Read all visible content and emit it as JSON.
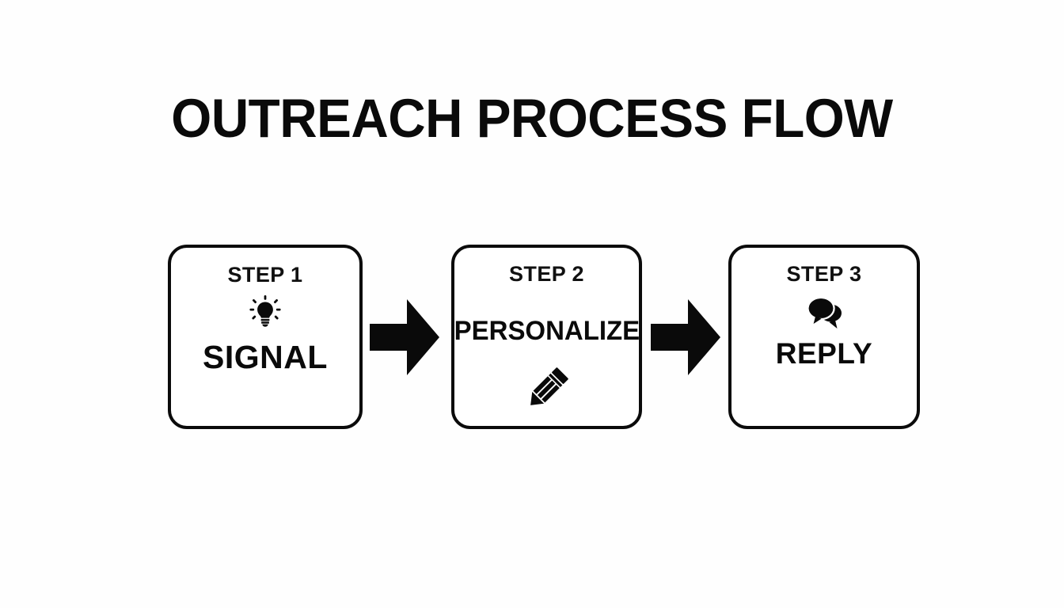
{
  "page": {
    "title": "OUTREACH PROCESS FLOW",
    "background_color": "#fefefe",
    "ink_color": "#0a0a0a"
  },
  "flow": {
    "steps": [
      {
        "label": "STEP 1",
        "title": "SIGNAL",
        "icon": "lightbulb-icon",
        "icon_position": "above-title"
      },
      {
        "label": "STEP 2",
        "title": "PERSONALIZE",
        "icon": "pencil-icon",
        "icon_position": "below-title"
      },
      {
        "label": "STEP 3",
        "title": "REPLY",
        "icon": "speech-bubbles-icon",
        "icon_position": "above-title"
      }
    ],
    "connectors": [
      {
        "icon": "arrow-right-icon",
        "from": "STEP 1",
        "to": "STEP 2"
      },
      {
        "icon": "arrow-right-icon",
        "from": "STEP 2",
        "to": "STEP 3"
      }
    ]
  }
}
